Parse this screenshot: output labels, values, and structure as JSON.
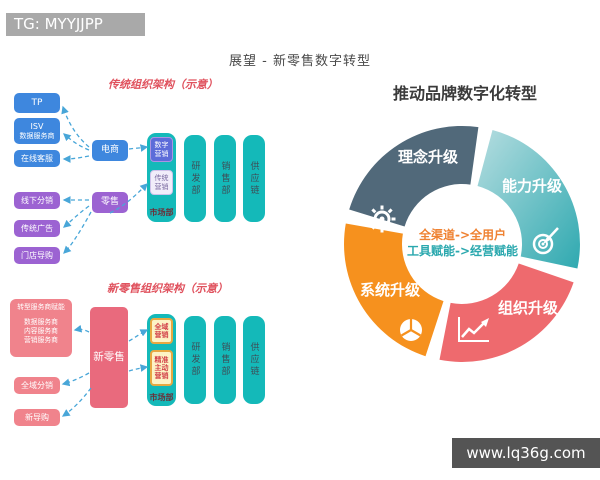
{
  "banner": {
    "label": "TG: MYYJJPP"
  },
  "page_title": "展望 - 新零售数字转型",
  "traditional": {
    "heading": "传统组织架构（示意）",
    "tp": "TP",
    "isv_line1": "ISV",
    "isv_line2": "数据服务商",
    "online_service": "在线客服",
    "ecommerce": "电商",
    "retail": "零售",
    "offline_distribution": "线下分销",
    "traditional_ads": "传统广告",
    "store_guide": "门店导购",
    "digital_marketing_l1": "数字",
    "digital_marketing_l2": "营销",
    "traditional_marketing_l1": "传统",
    "traditional_marketing_l2": "营销",
    "marketing_dept": "市场部",
    "rd_dept": "研发部",
    "sales_dept": "销售部",
    "supply_chain": "供应链"
  },
  "new_retail": {
    "heading": "新零售组织架构（示意）",
    "providers_title": "转型服务商赋能",
    "provider_1": "数据服务商",
    "provider_2": "内容服务商",
    "provider_3": "营销服务商",
    "new_retail_label": "新零售",
    "omni_distribution": "全域分销",
    "new_guide": "新导购",
    "omni_marketing_l1": "全域",
    "omni_marketing_l2": "营销",
    "precise_l1": "精准",
    "precise_l2": "主动",
    "precise_l3": "营销",
    "marketing_dept": "市场部",
    "rd_dept": "研发部",
    "sales_dept": "销售部",
    "supply_chain": "供应链"
  },
  "donut": {
    "title": "推动品牌数字化转型",
    "center_line1": "全渠道->全用户",
    "center_line2": "工具赋能->经营赋能",
    "segments": {
      "concept": {
        "label": "理念升级"
      },
      "capability": {
        "label": "能力升级"
      },
      "organization": {
        "label": "组织升级"
      },
      "system": {
        "label": "系统升级"
      }
    }
  },
  "watermark": "www.lq36g.com",
  "colors": {
    "banner_bg": "#a9a9a9",
    "blue_box": "#3e87de",
    "purple_box": "#9c63d2",
    "teal_bar": "#14b9b9",
    "pink_box": "#f0838c",
    "deep_pink_box": "#e96a7d",
    "heading_red": "#e0525e",
    "arrow": "#48a6d8",
    "segment_concept": "#51697a",
    "segment_capability": "#3fb0b6",
    "segment_organization": "#ee6a6e",
    "segment_system": "#f6911e",
    "center_line1": "#ef8232",
    "center_line2": "#2aa8ae",
    "watermark_bg": "#3c3c3c"
  }
}
